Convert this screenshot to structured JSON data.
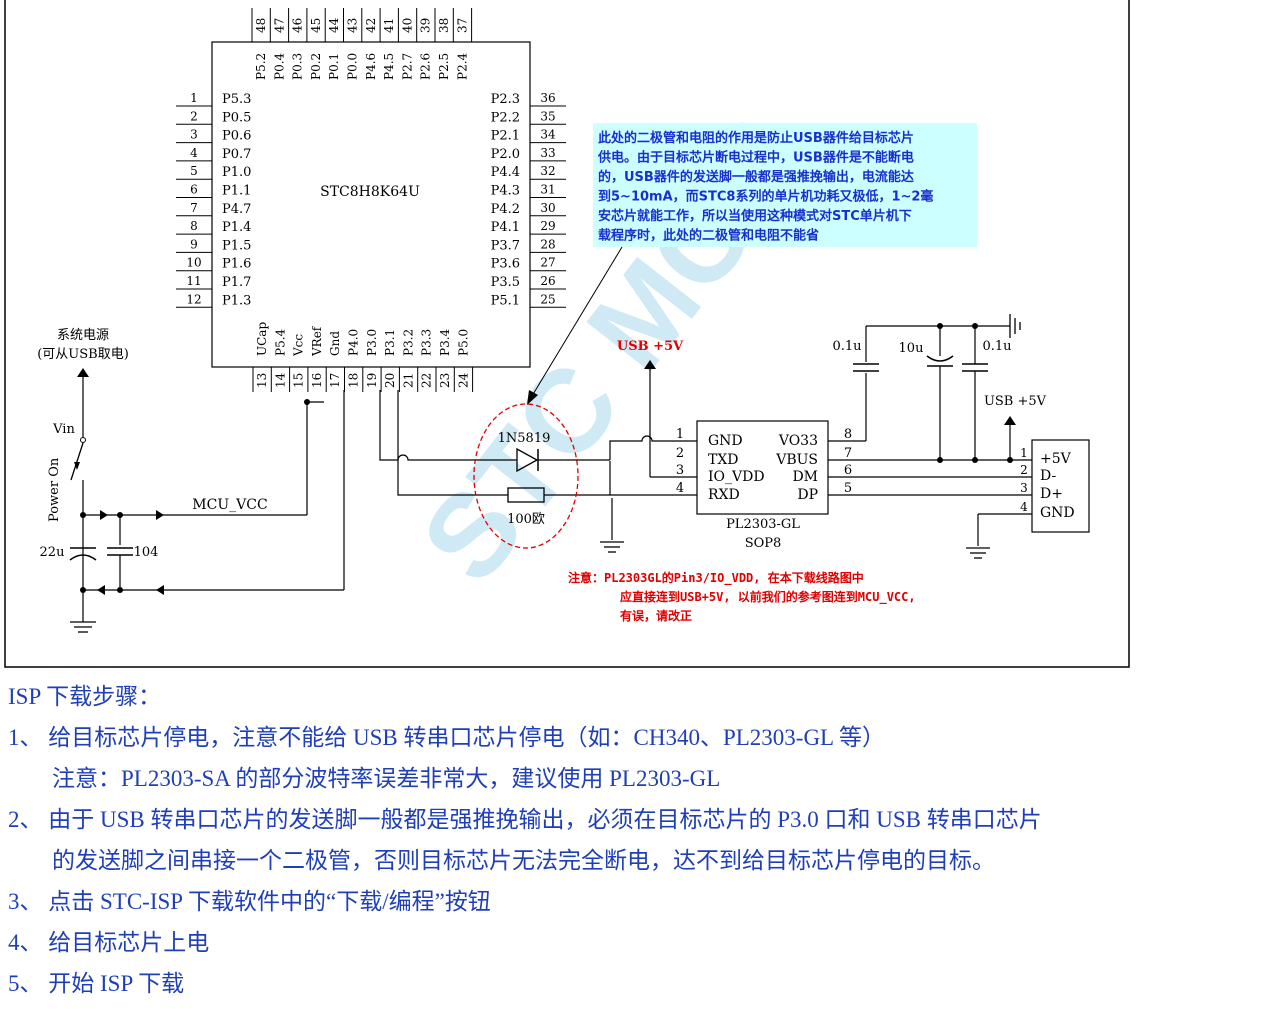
{
  "chip": {
    "name": "STC8H8K64U",
    "top_pins": [
      {
        "num": "48",
        "name": "P5.2"
      },
      {
        "num": "47",
        "name": "P0.4"
      },
      {
        "num": "46",
        "name": "P0.3"
      },
      {
        "num": "45",
        "name": "P0.2"
      },
      {
        "num": "44",
        "name": "P0.1"
      },
      {
        "num": "43",
        "name": "P0.0"
      },
      {
        "num": "42",
        "name": "P4.6"
      },
      {
        "num": "41",
        "name": "P4.5"
      },
      {
        "num": "40",
        "name": "P2.7"
      },
      {
        "num": "39",
        "name": "P2.6"
      },
      {
        "num": "38",
        "name": "P2.5"
      },
      {
        "num": "37",
        "name": "P2.4"
      }
    ],
    "left_pins": [
      {
        "num": "1",
        "name": "P5.3"
      },
      {
        "num": "2",
        "name": "P0.5"
      },
      {
        "num": "3",
        "name": "P0.6"
      },
      {
        "num": "4",
        "name": "P0.7"
      },
      {
        "num": "5",
        "name": "P1.0"
      },
      {
        "num": "6",
        "name": "P1.1"
      },
      {
        "num": "7",
        "name": "P4.7"
      },
      {
        "num": "8",
        "name": "P1.4"
      },
      {
        "num": "9",
        "name": "P1.5"
      },
      {
        "num": "10",
        "name": "P1.6"
      },
      {
        "num": "11",
        "name": "P1.7"
      },
      {
        "num": "12",
        "name": "P1.3"
      }
    ],
    "right_pins": [
      {
        "num": "36",
        "name": "P2.3"
      },
      {
        "num": "35",
        "name": "P2.2"
      },
      {
        "num": "34",
        "name": "P2.1"
      },
      {
        "num": "33",
        "name": "P2.0"
      },
      {
        "num": "32",
        "name": "P4.4"
      },
      {
        "num": "31",
        "name": "P4.3"
      },
      {
        "num": "30",
        "name": "P4.2"
      },
      {
        "num": "29",
        "name": "P4.1"
      },
      {
        "num": "28",
        "name": "P3.7"
      },
      {
        "num": "27",
        "name": "P3.6"
      },
      {
        "num": "26",
        "name": "P3.5"
      },
      {
        "num": "25",
        "name": "P5.1"
      }
    ],
    "bottom_pins": [
      {
        "num": "13",
        "name": "UCap"
      },
      {
        "num": "14",
        "name": "P5.4"
      },
      {
        "num": "15",
        "name": "Vcc"
      },
      {
        "num": "16",
        "name": "VRef"
      },
      {
        "num": "17",
        "name": "Gnd"
      },
      {
        "num": "18",
        "name": "P4.0"
      },
      {
        "num": "19",
        "name": "P3.0"
      },
      {
        "num": "20",
        "name": "P3.1"
      },
      {
        "num": "21",
        "name": "P3.2"
      },
      {
        "num": "22",
        "name": "P3.3"
      },
      {
        "num": "23",
        "name": "P3.4"
      },
      {
        "num": "24",
        "name": "P5.0"
      }
    ]
  },
  "pl2303": {
    "name": "PL2303-GL",
    "package": "SOP8",
    "left_pins": [
      {
        "num": "1",
        "name": "GND"
      },
      {
        "num": "2",
        "name": "TXD"
      },
      {
        "num": "3",
        "name": "IO_VDD"
      },
      {
        "num": "4",
        "name": "RXD"
      }
    ],
    "right_pins": [
      {
        "num": "8",
        "name": "VO33"
      },
      {
        "num": "7",
        "name": "VBUS"
      },
      {
        "num": "6",
        "name": "DM"
      },
      {
        "num": "5",
        "name": "DP"
      }
    ]
  },
  "usb_connector": {
    "pins": [
      {
        "num": "1",
        "name": "+5V"
      },
      {
        "num": "2",
        "name": "D-"
      },
      {
        "num": "3",
        "name": "D+"
      },
      {
        "num": "4",
        "name": "GND"
      }
    ]
  },
  "labels": {
    "system_power_line1": "系统电源",
    "system_power_line2": "(可从USB取电)",
    "vin": "Vin",
    "power_on": "Power On",
    "mcu_vcc": "MCU_VCC",
    "cap_22u": "22u",
    "cap_104": "104",
    "diode": "1N5819",
    "resistor": "100欧",
    "usb5v_red": "USB +5V",
    "usb5v_black": "USB +5V",
    "cap_01u_a": "0.1u",
    "cap_10u": "10u",
    "cap_01u_b": "0.1u",
    "watermark": "STC MCU"
  },
  "note_blue": [
    "此处的二极管和电阻的作用是防止USB器件给目标芯片",
    "供电。由于目标芯片断电过程中，USB器件是不能断电",
    "的，USB器件的发送脚一般都是强推挽输出，电流能达",
    "到5~10mA，而STC8系列的单片机功耗又极低，1~2毫",
    "安芯片就能工作，所以当使用这种模式对STC单片机下",
    "载程序时，此处的二极管和电阻不能省"
  ],
  "note_red": [
    "注意：PL2303GL的Pin3/IO_VDD, 在本下载线路图中",
    "应直接连到USB+5V, 以前我们的参考图连到MCU_VCC,",
    "有误，请改正"
  ],
  "steps": {
    "title": "ISP 下载步骤：",
    "s1": "1、 给目标芯片停电，注意不能给 USB 转串口芯片停电（如：CH340、PL2303-GL 等）",
    "s1b": "注意：PL2303-SA 的部分波特率误差非常大，建议使用 PL2303-GL",
    "s2": "2、 由于 USB 转串口芯片的发送脚一般都是强推挽输出，必须在目标芯片的 P3.0 口和 USB 转串口芯片",
    "s2b": "的发送脚之间串接一个二极管，否则目标芯片无法完全断电，达不到给目标芯片停电的目标。",
    "s3": "3、 点击 STC-ISP 下载软件中的“下载/编程”按钮",
    "s4": "4、 给目标芯片上电",
    "s5": "5、 开始 ISP 下载"
  },
  "colors": {
    "line": "#000000",
    "note_blue_text": "#1a2fd0",
    "note_blue_bg": "#ccffff",
    "red": "#e00000",
    "steps_text": "#1f3fb8",
    "watermark": "#bfe3f2"
  }
}
